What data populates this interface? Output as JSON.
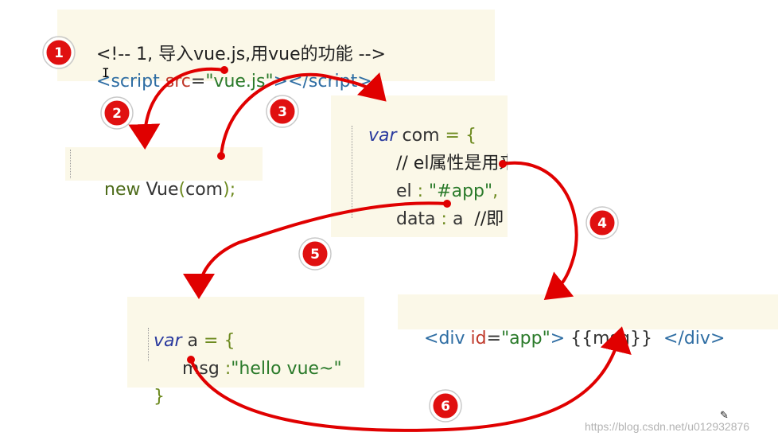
{
  "box1": {
    "comment": "<!-- 1, 导入vue.js,用vue的功能 -->",
    "lt1": "<",
    "tag1": "script",
    "sp": " ",
    "attr": "src",
    "eq": "=",
    "val": "\"vue.js\"",
    "gt": ">",
    "close_lt": "</",
    "tag2": "script",
    "close_gt": ">"
  },
  "box2": {
    "new_kw": "new",
    "ctor": " Vue",
    "open": "(",
    "arg": "com",
    "close": ");"
  },
  "box3": {
    "var_kw": "var",
    "name": " com ",
    "assign": "= {",
    "line2": "// el属性是用来",
    "el_key": "el ",
    "el_colon": ": ",
    "el_val": "\"#app\"",
    "el_comma": ",",
    "data_key": "data ",
    "data_colon": ": ",
    "data_val": "a",
    "data_comment": "  //即",
    "end": "}"
  },
  "box4": {
    "var_kw": "var",
    "name": " a ",
    "assign": "= {",
    "msg_key": "msg ",
    "msg_colon": ":",
    "msg_val": "\"hello vue~\"",
    "end": "}"
  },
  "box5": {
    "lt": "<",
    "tag": "div",
    "attr": "id",
    "eq": "=",
    "val": "\"app\"",
    "gt": ">",
    "mustache": " {{msg}}  ",
    "close_lt": "</",
    "close_tag": "div",
    "close_gt": ">"
  },
  "steps": {
    "s1": "1",
    "s2": "2",
    "s3": "3",
    "s4": "4",
    "s5": "5",
    "s6": "6"
  },
  "colors": {
    "arrow": "#e00000",
    "badge": "#e01010",
    "code_bg": "#fbf8e8"
  },
  "watermark": "https://blog.csdn.net/u012932876"
}
